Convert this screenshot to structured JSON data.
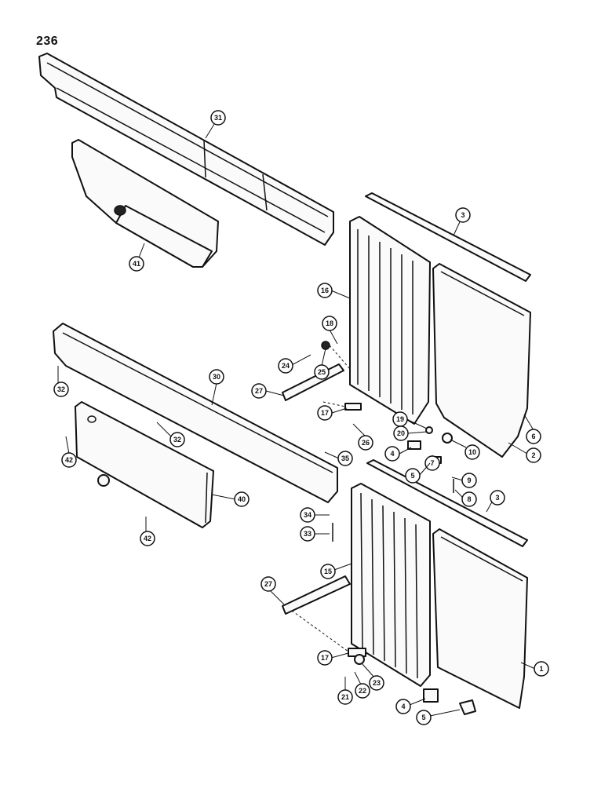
{
  "page_number": "236",
  "callouts": [
    "31",
    "41",
    "3",
    "16",
    "18",
    "24",
    "25",
    "27",
    "17",
    "30",
    "32",
    "32",
    "42",
    "19",
    "20",
    "26",
    "35",
    "4",
    "7",
    "10",
    "6",
    "2",
    "5",
    "9",
    "8",
    "3",
    "40",
    "42",
    "34",
    "33",
    "15",
    "27",
    "1",
    "17",
    "23",
    "22",
    "21",
    "4",
    "5"
  ]
}
